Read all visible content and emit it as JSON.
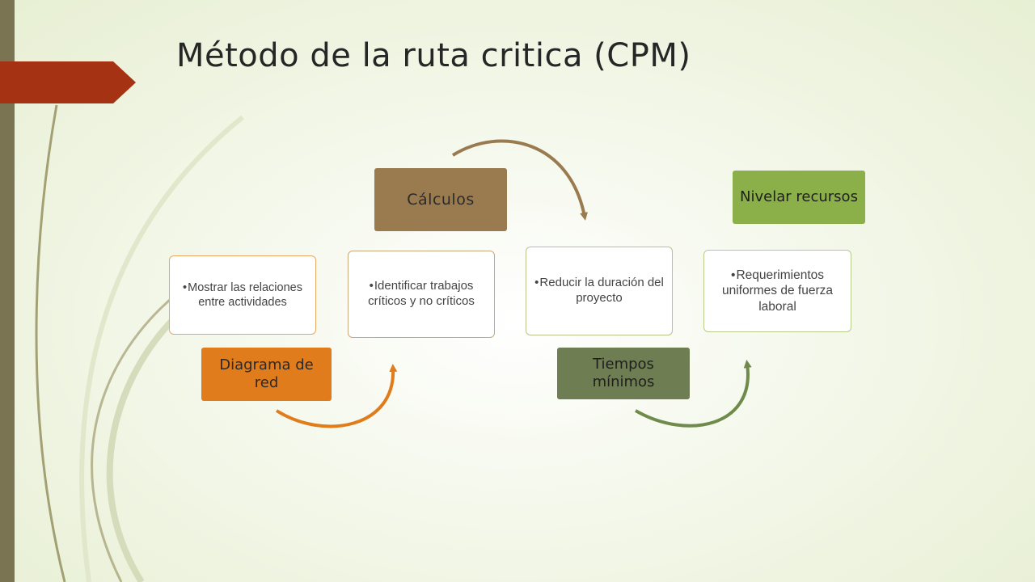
{
  "title": "Método de la ruta critica  (CPM)",
  "colors": {
    "orange": "#e07c1c",
    "tan": "#9a7b4f",
    "green_dark": "#6f7d52",
    "green_light": "#8bb04a",
    "accent_red": "#a63214"
  },
  "steps": [
    {
      "label": "Diagrama de red",
      "bullet": "Mostrar las relaciones entre actividades"
    },
    {
      "label": "Cálculos",
      "bullet": "Identificar trabajos críticos y no críticos"
    },
    {
      "label": "Tiempos mínimos",
      "bullet": "Reducir la duración del proyecto"
    },
    {
      "label": "Nivelar recursos",
      "bullet": "Requerimientos uniformes de fuerza laboral"
    }
  ]
}
